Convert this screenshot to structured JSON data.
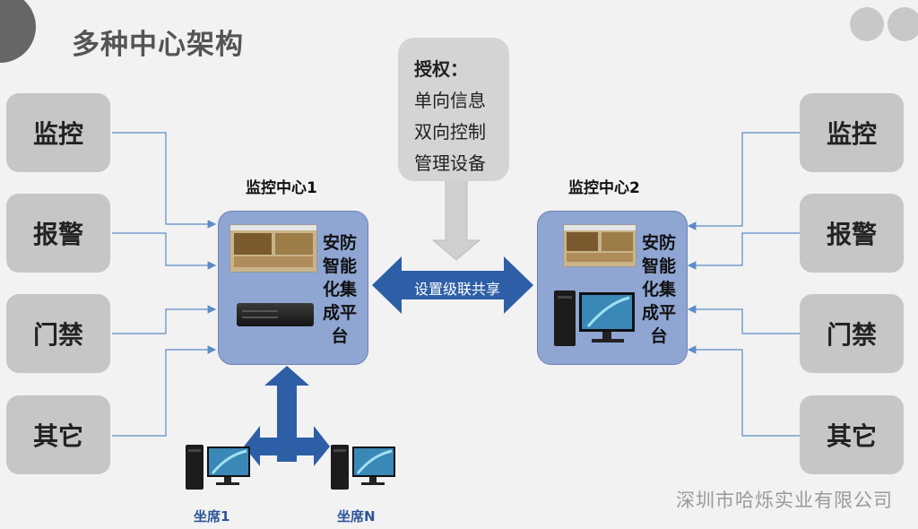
{
  "title": "多种中心架构",
  "left_sources": [
    "监控",
    "报警",
    "门禁",
    "其它"
  ],
  "right_sources": [
    "监控",
    "报警",
    "门禁",
    "其它"
  ],
  "authorization": {
    "header": "授权：",
    "items": [
      "单向信息",
      "双向控制",
      "管理设备"
    ]
  },
  "center1": {
    "label": "监控中心1",
    "platform": "安防智能化集成平台"
  },
  "center2": {
    "label": "监控中心2",
    "platform": "安防智能化集成平台"
  },
  "share_label": "设置级联共享",
  "seats": [
    "坐席1",
    "坐席N"
  ],
  "company": "深圳市哈烁实业有限公司",
  "colors": {
    "arrow_blue": "#2e5fa6",
    "center_fill": "#8fa6d3",
    "side_box": "#c6c6c6",
    "line_blue": "#5b8cc6"
  }
}
